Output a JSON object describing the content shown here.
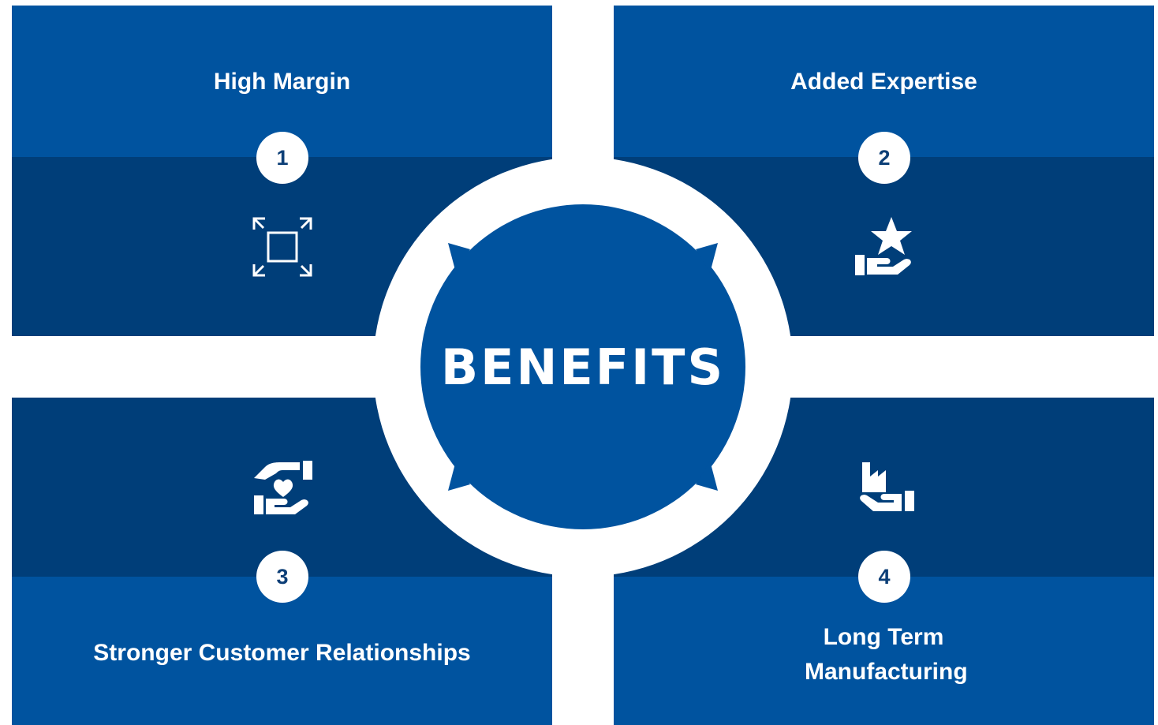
{
  "center": {
    "label": "BENEFITS"
  },
  "benefits": [
    {
      "number": "1",
      "title": "High Margin",
      "icon": "expand-arrows-icon"
    },
    {
      "number": "2",
      "title": "Added Expertise",
      "icon": "hand-star-icon"
    },
    {
      "number": "3",
      "title": "Stronger Customer Relationships",
      "icon": "hands-heart-icon"
    },
    {
      "number": "4",
      "title": "Long Term Manufacturing",
      "icon": "hand-factory-icon"
    }
  ],
  "colors": {
    "primary_blue": "#00539f",
    "dark_blue": "#003e79",
    "white": "#ffffff",
    "badge_text": "#0d3f77"
  }
}
